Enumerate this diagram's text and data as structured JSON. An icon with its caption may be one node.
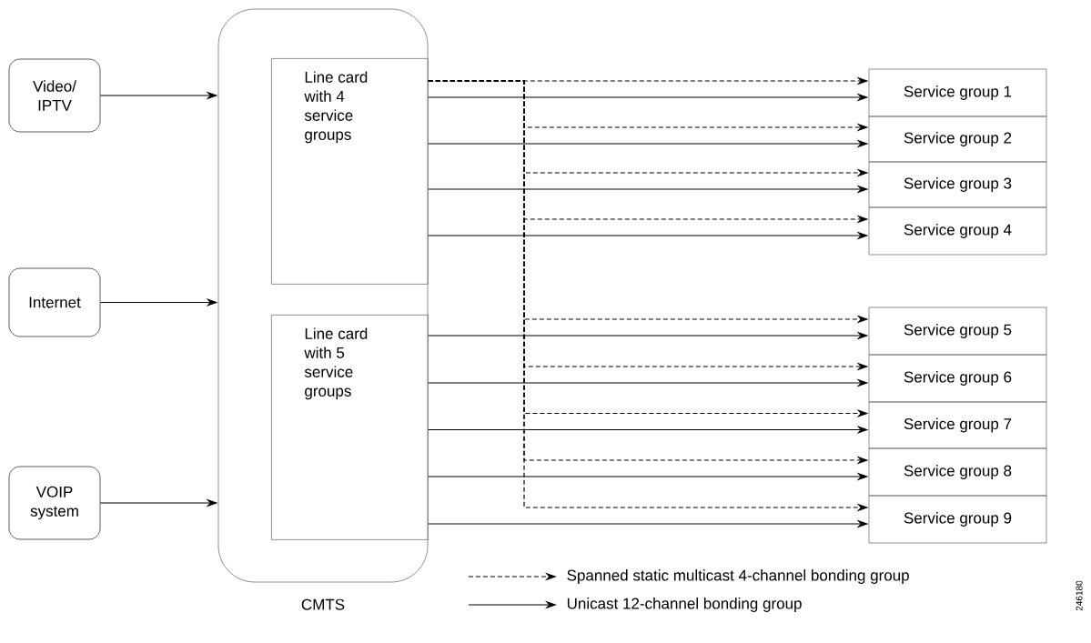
{
  "diagram": {
    "nodes": [
      {
        "text": [
          "Video/ IPTV"
        ]
      },
      {
        "text": [
          "Internet"
        ]
      },
      {
        "text": [
          "VOIP system"
        ]
      },
      {
        "text": [
          "CMTS"
        ]
      },
      {
        "text": [
          "Line card with 4 service groups"
        ],
        "in": 3
      },
      {
        "text": [
          "Line card with 5 service groups"
        ],
        "in": 3
      },
      {
        "text": [
          "Service group 1"
        ]
      },
      {
        "text": [
          "Service group 2"
        ]
      },
      {
        "text": [
          "Service group 3"
        ]
      },
      {
        "text": [
          "Service group 4"
        ]
      },
      {
        "text": [
          "Service group 5"
        ]
      },
      {
        "text": [
          "Service group 6"
        ]
      },
      {
        "text": [
          "Service group 7"
        ]
      },
      {
        "text": [
          "Service group 8"
        ]
      },
      {
        "text": [
          "Service group 9"
        ]
      }
    ],
    "edges": [
      {
        "from": 0,
        "to": 3,
        "arrow": "to"
      },
      {
        "from": 1,
        "to": 3,
        "arrow": "to"
      },
      {
        "from": 2,
        "to": 3,
        "arrow": "to"
      },
      {
        "from": 4,
        "to": 6,
        "arrow": "to",
        "style": "dashed"
      },
      {
        "from": 4,
        "to": 7,
        "arrow": "to",
        "style": "dashed"
      },
      {
        "from": 4,
        "to": 8,
        "arrow": "to",
        "style": "dashed"
      },
      {
        "from": 4,
        "to": 9,
        "arrow": "to",
        "style": "dashed"
      },
      {
        "from": 4,
        "to": 10,
        "arrow": "to",
        "style": "dashed"
      },
      {
        "from": 4,
        "to": 11,
        "arrow": "to",
        "style": "dashed"
      },
      {
        "from": 4,
        "to": 12,
        "arrow": "to",
        "style": "dashed"
      },
      {
        "from": 4,
        "to": 13,
        "arrow": "to",
        "style": "dashed"
      },
      {
        "from": 4,
        "to": 14,
        "arrow": "to",
        "style": "dashed"
      },
      {
        "from": 4,
        "to": 6,
        "arrow": "to"
      },
      {
        "from": 4,
        "to": 7,
        "arrow": "to"
      },
      {
        "from": 4,
        "to": 8,
        "arrow": "to"
      },
      {
        "from": 4,
        "to": 9,
        "arrow": "to"
      },
      {
        "from": 5,
        "to": 10,
        "arrow": "to"
      },
      {
        "from": 5,
        "to": 11,
        "arrow": "to"
      },
      {
        "from": 5,
        "to": 12,
        "arrow": "to"
      },
      {
        "from": 5,
        "to": 13,
        "arrow": "to"
      },
      {
        "from": 5,
        "to": 14,
        "arrow": "to"
      }
    ],
    "labels": [
      "246180"
    ],
    "legend": [
      {
        "text": "Spanned static multicast 4-channel bonding group"
      },
      {
        "text": "Unicast 12-channel bonding group"
      }
    ]
  }
}
